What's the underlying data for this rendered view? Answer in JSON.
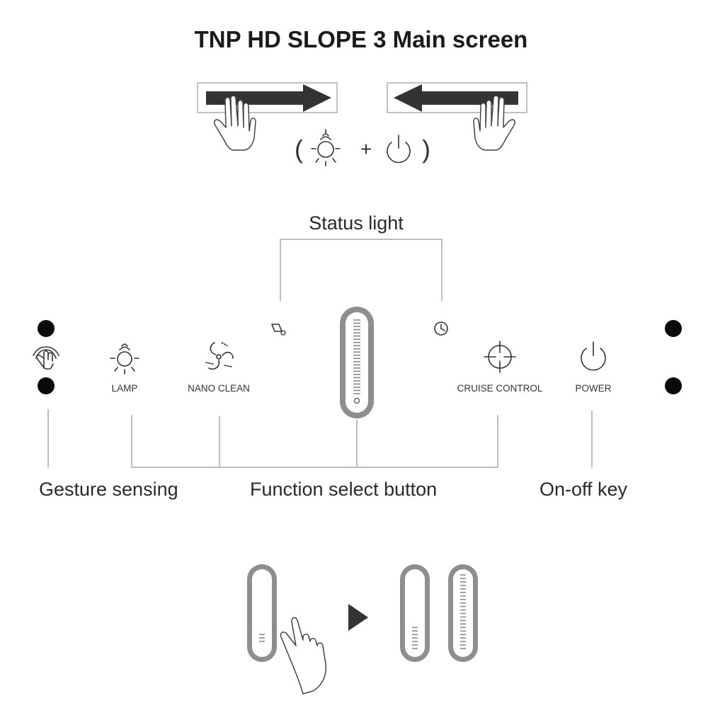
{
  "page": {
    "title": "TNP HD SLOPE 3 Main screen"
  },
  "gesture_hint": {
    "plus_sign": "+",
    "paren_open": "(",
    "paren_close": ")"
  },
  "panel": {
    "icons": {
      "lamp": "LAMP",
      "nano_clean": "NANO CLEAN",
      "cruise_control": "CRUISE CONTROL",
      "power": "POWER"
    }
  },
  "callouts": {
    "status_light": "Status light",
    "gesture_sensing": "Gesture sensing",
    "function_select": "Function select button",
    "on_off_key": "On-off key"
  },
  "slider_demo": {
    "before_level": 0.15,
    "after_level_1": 0.3,
    "after_level_2": 1.0
  },
  "colors": {
    "slider_outer": "#8e8e8e",
    "slider_inner": "#ffffff",
    "leader_line": "#bdbdbd",
    "arrow": "#333333",
    "dot": "#0a0a0a"
  }
}
